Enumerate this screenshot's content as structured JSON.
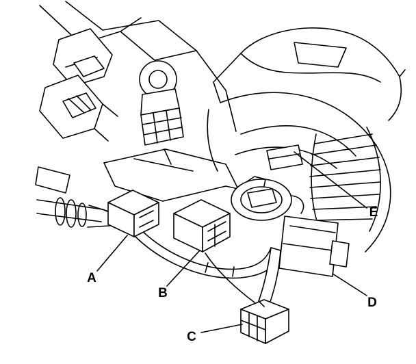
{
  "figure": {
    "type": "technical-line-drawing",
    "description": "Engine compartment wire harness connector location diagram with five callouts pointing to connectors",
    "colors": {
      "background": "#ffffff",
      "line": "#000000"
    },
    "callouts": [
      {
        "id": "A",
        "label": "A",
        "target": "connector-a"
      },
      {
        "id": "B",
        "label": "B",
        "target": "connector-b"
      },
      {
        "id": "C",
        "label": "C",
        "target": "connector-c"
      },
      {
        "id": "D",
        "label": "D",
        "target": "connector-d"
      },
      {
        "id": "E",
        "label": "E",
        "target": "connector-e"
      }
    ]
  }
}
